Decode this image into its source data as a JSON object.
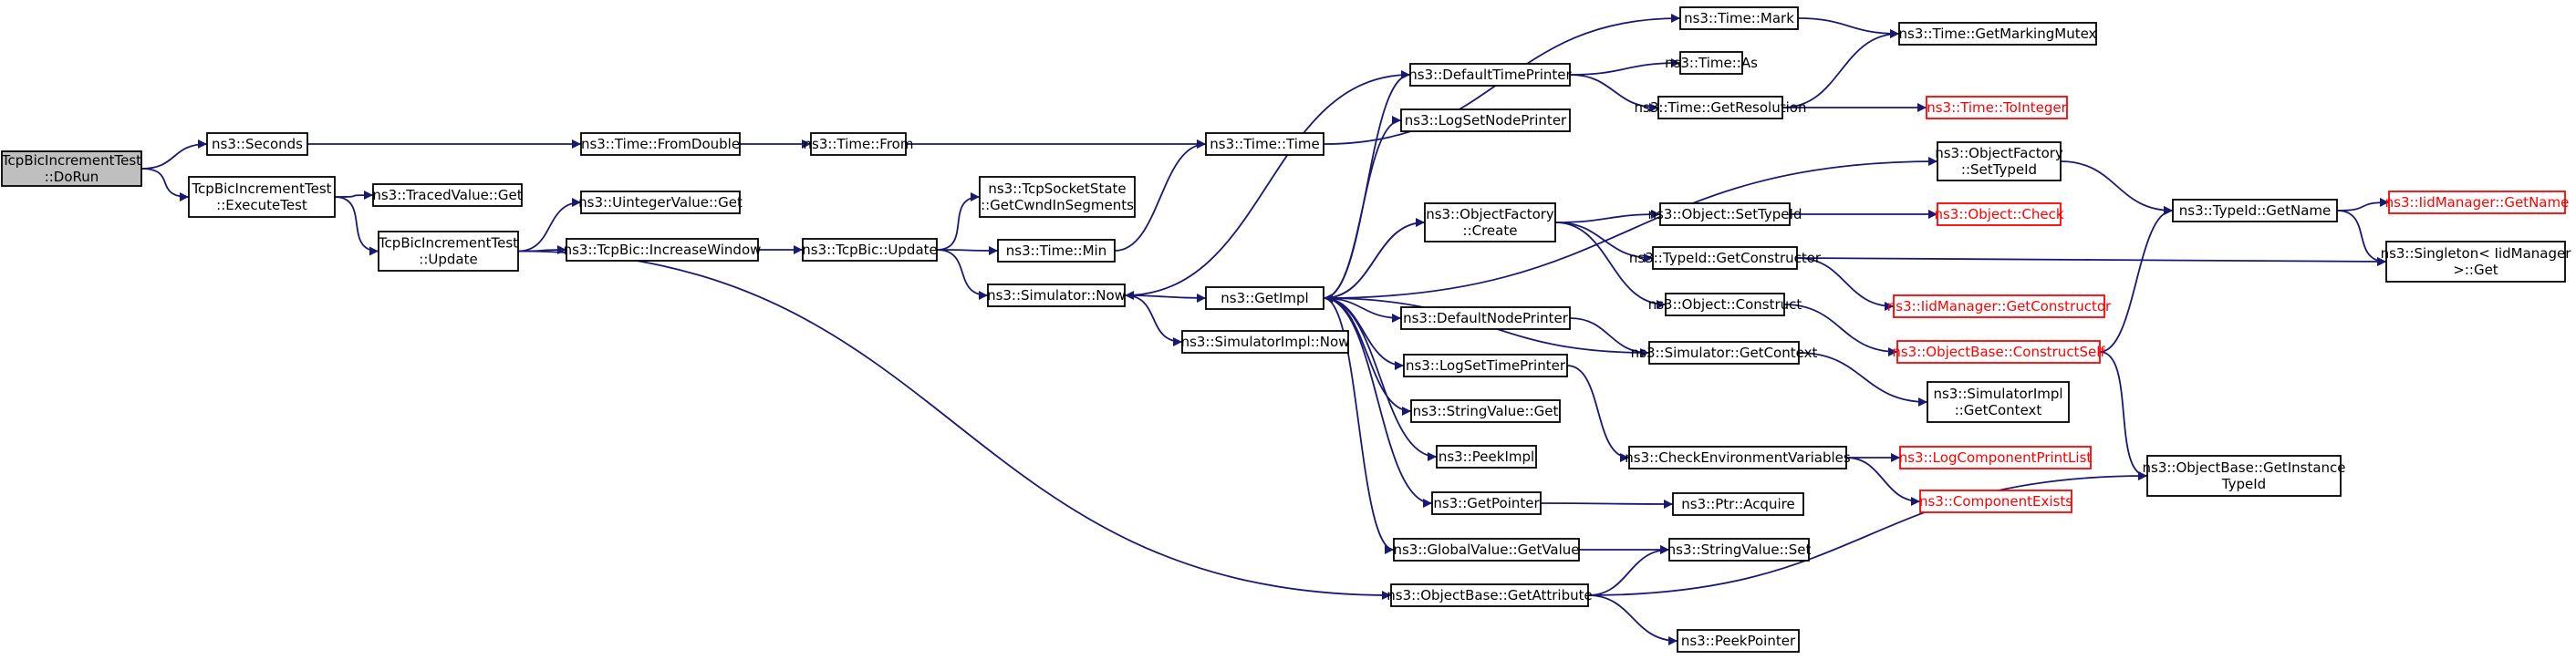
{
  "diagram": {
    "type": "call-graph",
    "colors": {
      "edge": "#191970",
      "node_border": "#000000",
      "truncated_border": "#ff0000",
      "root_fill": "#bfbfbf"
    },
    "nodes": [
      {
        "id": "dorun",
        "lines": [
          "TcpBicIncrementTest",
          "::DoRun"
        ],
        "style": "root"
      },
      {
        "id": "seconds",
        "lines": [
          "ns3::Seconds"
        ]
      },
      {
        "id": "executetest",
        "lines": [
          "TcpBicIncrementTest",
          "::ExecuteTest"
        ]
      },
      {
        "id": "tracedget",
        "lines": [
          "ns3::TracedValue::Get"
        ]
      },
      {
        "id": "update_test",
        "lines": [
          "TcpBicIncrementTest",
          "::Update"
        ]
      },
      {
        "id": "uintget",
        "lines": [
          "ns3::UintegerValue::Get"
        ]
      },
      {
        "id": "incwindow",
        "lines": [
          "ns3::TcpBic::IncreaseWindow"
        ]
      },
      {
        "id": "fromdouble",
        "lines": [
          "ns3::Time::FromDouble"
        ]
      },
      {
        "id": "from",
        "lines": [
          "ns3::Time::From"
        ]
      },
      {
        "id": "bicupdate",
        "lines": [
          "ns3::TcpBic::Update"
        ]
      },
      {
        "id": "getcwnd",
        "lines": [
          "ns3::TcpSocketState",
          "::GetCwndInSegments"
        ]
      },
      {
        "id": "timemin",
        "lines": [
          "ns3::Time::Min"
        ]
      },
      {
        "id": "simnow",
        "lines": [
          "ns3::Simulator::Now"
        ]
      },
      {
        "id": "simimplnow",
        "lines": [
          "ns3::SimulatorImpl::Now"
        ]
      },
      {
        "id": "timetime",
        "lines": [
          "ns3::Time::Time"
        ]
      },
      {
        "id": "getimpl",
        "lines": [
          "ns3::GetImpl"
        ]
      },
      {
        "id": "timemark",
        "lines": [
          "ns3::Time::Mark"
        ]
      },
      {
        "id": "getmarkingmutex",
        "lines": [
          "ns3::Time::GetMarkingMutex"
        ]
      },
      {
        "id": "deftimeprinter",
        "lines": [
          "ns3::DefaultTimePrinter"
        ]
      },
      {
        "id": "timeas",
        "lines": [
          "ns3::Time::As"
        ]
      },
      {
        "id": "getres",
        "lines": [
          "ns3::Time::GetResolution"
        ]
      },
      {
        "id": "tointeger",
        "lines": [
          "ns3::Time::ToInteger"
        ],
        "style": "truncated"
      },
      {
        "id": "lognodeprinter",
        "lines": [
          "ns3::LogSetNodePrinter"
        ]
      },
      {
        "id": "ofsettypeid",
        "lines": [
          "ns3::ObjectFactory",
          "::SetTypeId"
        ]
      },
      {
        "id": "ofcreate",
        "lines": [
          "ns3::ObjectFactory",
          "::Create"
        ]
      },
      {
        "id": "objsettypeid",
        "lines": [
          "ns3::Object::SetTypeId"
        ]
      },
      {
        "id": "objcheck",
        "lines": [
          "ns3::Object::Check"
        ],
        "style": "truncated"
      },
      {
        "id": "typeidgetname",
        "lines": [
          "ns3::TypeId::GetName"
        ]
      },
      {
        "id": "iidgetname",
        "lines": [
          "ns3::IidManager::GetName"
        ],
        "style": "truncated"
      },
      {
        "id": "singletonget",
        "lines": [
          "ns3::Singleton< IidManager",
          ">::Get"
        ]
      },
      {
        "id": "typeidgetctor",
        "lines": [
          "ns3::TypeId::GetConstructor"
        ]
      },
      {
        "id": "iidgetctor",
        "lines": [
          "ns3::IidManager::GetConstructor"
        ],
        "style": "truncated"
      },
      {
        "id": "objconstruct",
        "lines": [
          "ns3::Object::Construct"
        ]
      },
      {
        "id": "constructself",
        "lines": [
          "ns3::ObjectBase::ConstructSelf"
        ],
        "style": "truncated"
      },
      {
        "id": "defnodeprinter",
        "lines": [
          "ns3::DefaultNodePrinter"
        ]
      },
      {
        "id": "simgetctx",
        "lines": [
          "ns3::Simulator::GetContext"
        ]
      },
      {
        "id": "simimplgetctx",
        "lines": [
          "ns3::SimulatorImpl",
          "::GetContext"
        ]
      },
      {
        "id": "logtimeprinter",
        "lines": [
          "ns3::LogSetTimePrinter"
        ]
      },
      {
        "id": "strget",
        "lines": [
          "ns3::StringValue::Get"
        ]
      },
      {
        "id": "peekimpl",
        "lines": [
          "ns3::PeekImpl"
        ]
      },
      {
        "id": "checkenv",
        "lines": [
          "ns3::CheckEnvironmentVariables"
        ]
      },
      {
        "id": "logcompprint",
        "lines": [
          "ns3::LogComponentPrintList"
        ],
        "style": "truncated"
      },
      {
        "id": "compexists",
        "lines": [
          "ns3::ComponentExists"
        ],
        "style": "truncated"
      },
      {
        "id": "getinsttypeid",
        "lines": [
          "ns3::ObjectBase::GetInstance",
          "TypeId"
        ]
      },
      {
        "id": "getpointer",
        "lines": [
          "ns3::GetPointer"
        ]
      },
      {
        "id": "ptracquire",
        "lines": [
          "ns3::Ptr::Acquire"
        ]
      },
      {
        "id": "gvgetvalue",
        "lines": [
          "ns3::GlobalValue::GetValue"
        ]
      },
      {
        "id": "strset",
        "lines": [
          "ns3::StringValue::Set"
        ]
      },
      {
        "id": "obgetattr",
        "lines": [
          "ns3::ObjectBase::GetAttribute"
        ]
      },
      {
        "id": "peekpointer",
        "lines": [
          "ns3::PeekPointer"
        ]
      }
    ]
  }
}
